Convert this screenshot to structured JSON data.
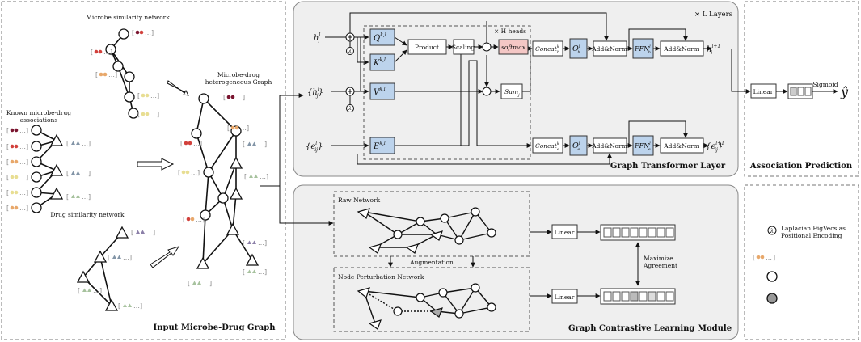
{
  "panels": {
    "input": {
      "title": "Input Microbe-Drug Graph"
    },
    "transformer": {
      "title": "Graph Transformer Layer",
      "layers": "× L Layers",
      "heads": "× H heads"
    },
    "contrastive": {
      "title": "Graph Contrastive Learning Module"
    },
    "prediction": {
      "title": "Association Prediction"
    }
  },
  "input_graph": {
    "microbe_similarity": "Microbe similarity network",
    "known_assoc_1": "Known microbe-drug",
    "known_assoc_2": "associations",
    "drug_similarity": "Drug similarity network",
    "hetero_1": "Microbe-drug",
    "hetero_2": "heterogeneous Graph",
    "feature_tag": "…"
  },
  "transformer": {
    "input_h": "h",
    "input_h_sup": "l",
    "input_h_sub": "i",
    "input_hj": "{h",
    "input_hj_sub": "j",
    "input_hj_sup": "l",
    "input_hj_close": "}",
    "input_e": "{e",
    "input_e_sub": "ij",
    "input_e_sup": "l",
    "input_e_close": "}",
    "Q": "Q",
    "K": "K",
    "V": "V",
    "E": "E",
    "head_sup": "k,l",
    "product": "Product",
    "scaling": "Scaling",
    "softmax": "softmax",
    "sum": "Sum",
    "sum_sub": "j",
    "concat": "Concat",
    "concat_sup": "k",
    "concat_sub": "h",
    "concat_sub_e": "e",
    "O": "O",
    "O_sub_h": "h",
    "O_sub_e": "e",
    "O_sup": "l",
    "add_norm": "Add&Norm",
    "FFN": "FFN",
    "FFN_sub_h": "h",
    "FFN_sub_e": "e",
    "FFN_sup": "l",
    "out_h": "h",
    "out_h_sub": "i",
    "out_h_sup": "l+1",
    "out_e": "{e",
    "out_e_sub": "ij",
    "out_e_sup": "l+1",
    "out_e_close": "}",
    "lambda": "λ"
  },
  "contrastive": {
    "raw_network": "Raw Network",
    "augmentation": "Augmentation",
    "perturbation": "Node Perturbation Network",
    "linear": "Linear",
    "maximize_1": "Maximize",
    "maximize_2": "Agreement"
  },
  "prediction": {
    "linear": "Linear",
    "sigmoid": "Sigmoid",
    "y_hat": "ŷ"
  },
  "legend": {
    "lambda": "λ",
    "laplacian_1": "Laplacian EigVecs as",
    "laplacian_2": "Positional Encoding",
    "feature_tag": "…"
  },
  "colors": {
    "panel_bg": "#efefef",
    "head_box": "#bcd3ec",
    "softmax_box": "#f4c7c5",
    "microbe_dark": "#7a1530",
    "microbe_red": "#d2413c",
    "microbe_orange": "#e8a86b",
    "microbe_yellow": "#e8de93",
    "drug_blue": "#8395a7",
    "drug_green": "#a7c29e",
    "drug_purple": "#8b7fa8"
  }
}
